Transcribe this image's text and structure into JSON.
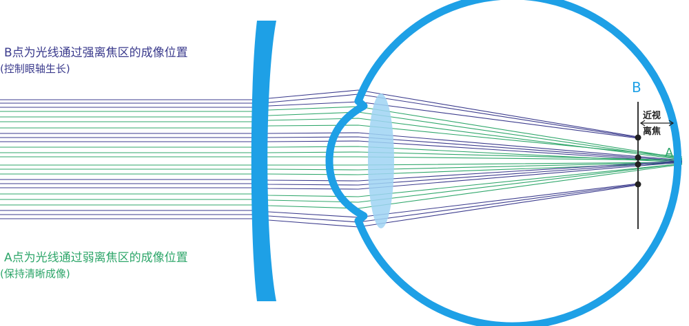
{
  "labels": {
    "b_title": "B点为光线通过强离焦区的成像位置",
    "b_sub": "(控制眼轴生长)",
    "a_title": "A点为光线通过弱离焦区的成像位置",
    "a_sub": "(保持清晰成像)",
    "point_b": "B",
    "point_a": "A",
    "myopic_defocus_line1": "近视",
    "myopic_defocus_line2": "离焦"
  },
  "colors": {
    "eye": "#1ea0e6",
    "lens_fill": "#9fd3f3",
    "ray_b": "#3a3a8c",
    "ray_a": "#2ea66a",
    "point_b_label": "#1ea0e6",
    "point_a_label": "#2ea66a",
    "dots": "#222222"
  }
}
